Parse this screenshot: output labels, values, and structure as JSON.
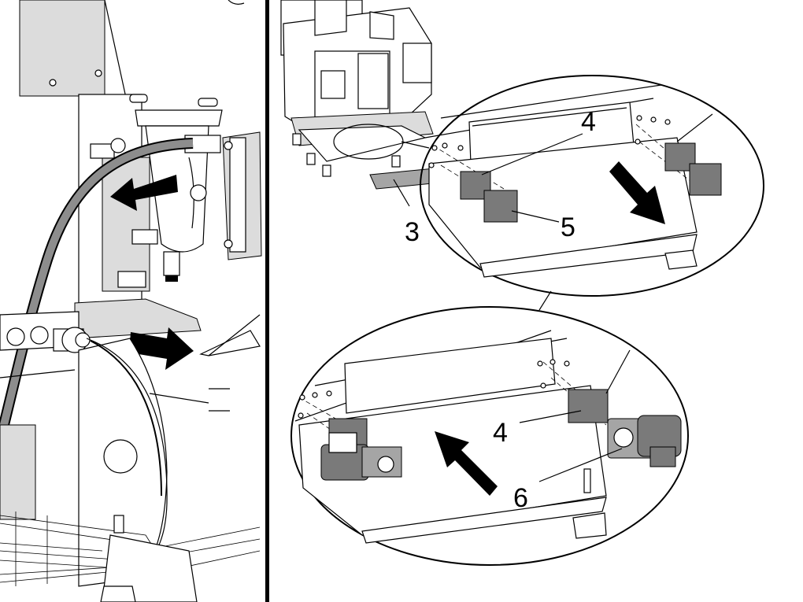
{
  "callouts": {
    "c3": "3",
    "c4_upper": "4",
    "c5": "5",
    "c4_lower": "4",
    "c6": "6"
  },
  "colors": {
    "line": "#000000",
    "plate": "#7a7a7a",
    "light_fill": "#dcdcdc",
    "background": "#ffffff"
  }
}
